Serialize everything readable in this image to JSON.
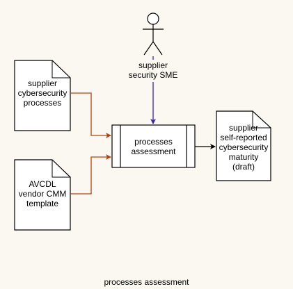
{
  "actor": {
    "label": "supplier\nsecurity SME"
  },
  "documents": [
    {
      "id": "doc-processes",
      "label": "supplier\ncybersecurity\nprocesses"
    },
    {
      "id": "doc-template",
      "label": "AVCDL\nvendor CMM\ntemplate"
    },
    {
      "id": "doc-output",
      "label": "supplier\nself-reported\ncybersecurity\nmaturity\n(draft)"
    }
  ],
  "process": {
    "label": "processes\nassessment"
  },
  "caption": "processes assessment",
  "colors": {
    "input_arrow": "#b7410e",
    "actor_arrow": "#3b1fb8",
    "output_arrow": "#000000",
    "background": "#fbf8f1"
  }
}
